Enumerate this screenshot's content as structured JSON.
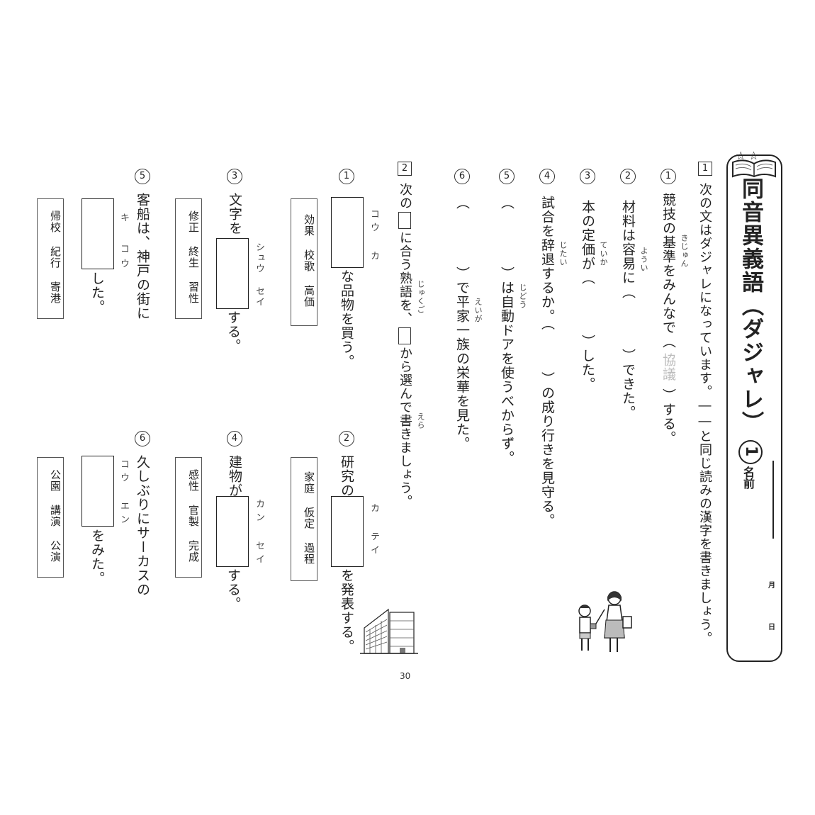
{
  "header": {
    "title": "同音異義語（ダジャレ）",
    "title_num": "1",
    "stars": "☆☆",
    "name_label": "名前",
    "month_label": "月",
    "day_label": "日"
  },
  "section1": {
    "num": "1",
    "instruction": "次の文はダジャレになっています。――と同じ読みの漢字を書きましょう。",
    "items": [
      {
        "num": "1",
        "text_a": "競技の基準をみんなで（",
        "answer": "協議",
        "text_b": "）する。",
        "furigana": "きじゅん"
      },
      {
        "num": "2",
        "text_a": "材料は容易に（",
        "text_b": "）できた。",
        "furigana": "ようい"
      },
      {
        "num": "3",
        "text_a": "本の定価が（",
        "text_b": "）した。",
        "furigana": "ていか"
      },
      {
        "num": "4",
        "text_a": "試合を辞退するか。（",
        "text_b": "）の成り行きを見守る。",
        "furigana": "じたい"
      },
      {
        "num": "5",
        "text_a": "（",
        "text_b": "）は自動ドアを使うべからず。",
        "furigana": "じどう"
      },
      {
        "num": "6",
        "text_a": "（",
        "text_b": "）で平家一族の栄華を見た。",
        "furigana": "えいが"
      }
    ]
  },
  "section2": {
    "num": "2",
    "instruction_a": "次の",
    "instruction_b": "に合う熟語を、",
    "instruction_c": "から選んで書きましょう。",
    "items": [
      {
        "num": "1",
        "before": "",
        "after": "な品物を買う。",
        "reading": "コウ カ",
        "choices": [
          "効果",
          "校歌",
          "高価"
        ]
      },
      {
        "num": "2",
        "before": "研究の",
        "after": "を発表する。",
        "reading": "カ テイ",
        "choices": [
          "家庭",
          "仮定",
          "過程"
        ]
      },
      {
        "num": "3",
        "before": "文字を",
        "after": "する。",
        "reading": "シュウ セイ",
        "choices": [
          "修正",
          "終生",
          "習性"
        ]
      },
      {
        "num": "4",
        "before": "建物が",
        "after": "する。",
        "reading": "カン セイ",
        "choices": [
          "感性",
          "官製",
          "完成"
        ]
      },
      {
        "num": "5",
        "before": "客船は、神戸の街に",
        "after": "した。",
        "reading": "キ コウ",
        "choices": [
          "帰校",
          "紀行",
          "寄港"
        ]
      },
      {
        "num": "6",
        "before": "久しぶりにサーカスの",
        "after": "をみた。",
        "reading": "コウ エン",
        "choices": [
          "公園",
          "講演",
          "公演"
        ]
      }
    ]
  },
  "footer": {
    "page_number": "30"
  }
}
